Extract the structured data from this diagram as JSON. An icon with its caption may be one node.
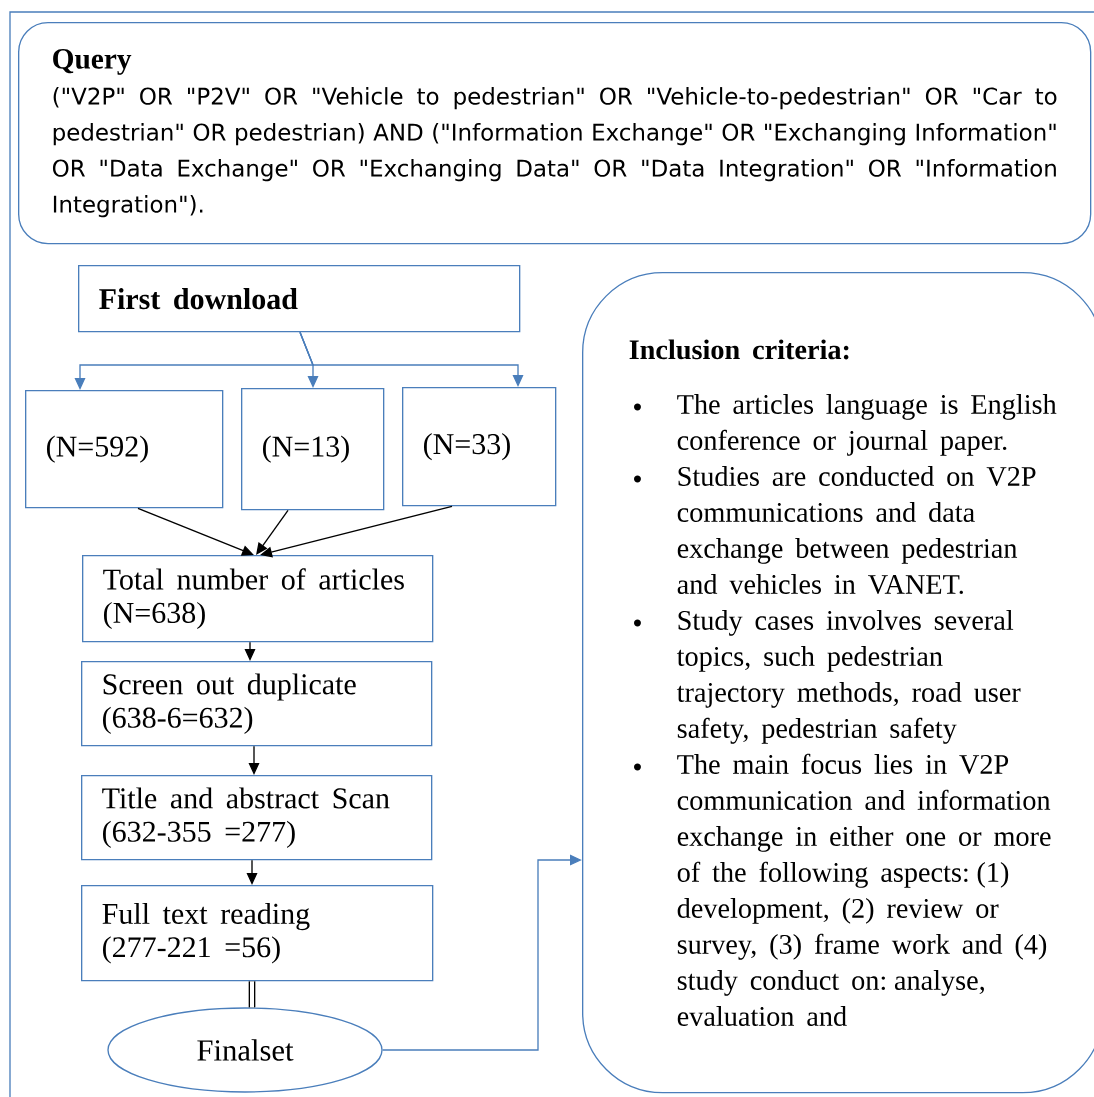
{
  "diagram": {
    "nodes": [
      {
        "text": [
          "Query",
          "(\"V2P\" OR \"P2V\" OR \"Vehicle to pedestrian\" OR \"Vehicle-to-pedestrian\" OR \"Car to pedestrian\" OR pedestrian) AND (\"Information Exchange\" OR \"Exchanging Information\" OR \"Data Exchange\" OR \"Exchanging Data\" OR \"Data Integration\" OR \"Information Integration\")."
        ]
      },
      {
        "text": [
          "First download"
        ]
      },
      {
        "text": [
          "(N=592)"
        ]
      },
      {
        "text": [
          "(N=13)"
        ]
      },
      {
        "text": [
          "(N=33)"
        ]
      },
      {
        "text": [
          "Total number of articles (N=638)"
        ]
      },
      {
        "text": [
          "Screen out duplicate (638-6=632)"
        ]
      },
      {
        "text": [
          "Title and abstract Scan (632-355 =277)"
        ]
      },
      {
        "text": [
          "Full text reading (277-221 =56)"
        ]
      },
      {
        "text": [
          "Finalset"
        ]
      },
      {
        "text": [
          "Inclusion criteria:",
          "The articles language is English conference or journal paper.",
          "Studies are conducted on V2P communications and data exchange between pedestrian and vehicles in VANET.",
          "Study cases involves several topics, such pedestrian trajectory methods, road user safety, pedestrian safety",
          "The main focus lies in V2P communication and information exchange in either one or more of the following aspects: (1) development, (2) review or survey, (3) frame work and (4) study conduct on: analyse, evaluation and"
        ]
      }
    ],
    "edges": [
      {
        "from": 1,
        "to": 2,
        "arrow": "to",
        "color": "#4a7ebb"
      },
      {
        "from": 1,
        "to": 3,
        "arrow": "to",
        "color": "#4a7ebb"
      },
      {
        "from": 1,
        "to": 4,
        "arrow": "to",
        "color": "#4a7ebb"
      },
      {
        "from": 2,
        "to": 5,
        "arrow": "to"
      },
      {
        "from": 3,
        "to": 5,
        "arrow": "to"
      },
      {
        "from": 4,
        "to": 5,
        "arrow": "to"
      },
      {
        "from": 5,
        "to": 6,
        "arrow": "to"
      },
      {
        "from": 6,
        "to": 7,
        "arrow": "to"
      },
      {
        "from": 7,
        "to": 8,
        "arrow": "to"
      },
      {
        "from": 8,
        "to": 9,
        "arrow": "none",
        "style": "thick"
      },
      {
        "from": 9,
        "to": 10,
        "arrow": "to",
        "color": "#4a7ebb"
      }
    ]
  }
}
